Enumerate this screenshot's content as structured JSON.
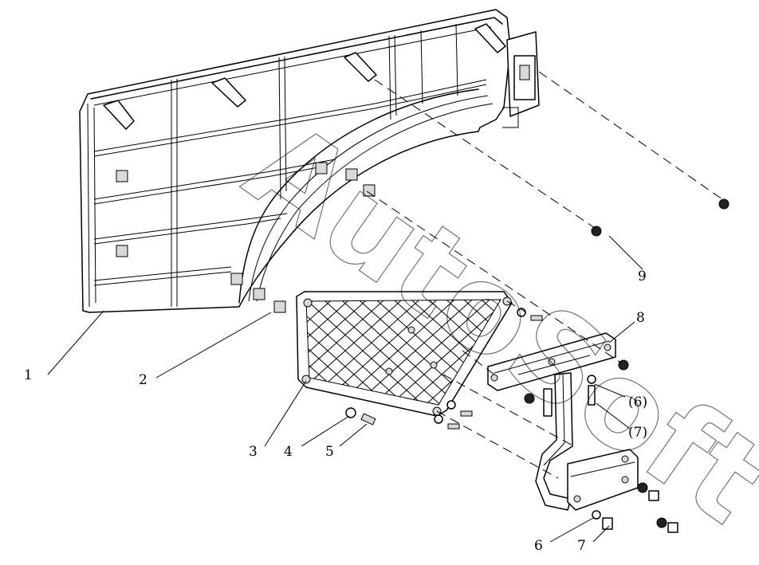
{
  "diagram": {
    "watermark": "AutoSoft",
    "callouts": [
      {
        "id": "c1",
        "text": "1"
      },
      {
        "id": "c2",
        "text": "2"
      },
      {
        "id": "c3",
        "text": "3"
      },
      {
        "id": "c4",
        "text": "4"
      },
      {
        "id": "c5",
        "text": "5"
      },
      {
        "id": "c6",
        "text": "6"
      },
      {
        "id": "c7",
        "text": "7"
      },
      {
        "id": "c8",
        "text": "8"
      },
      {
        "id": "c9",
        "text": "9"
      },
      {
        "id": "c6p",
        "text": "(6)"
      },
      {
        "id": "c7p",
        "text": "(7)"
      }
    ]
  }
}
